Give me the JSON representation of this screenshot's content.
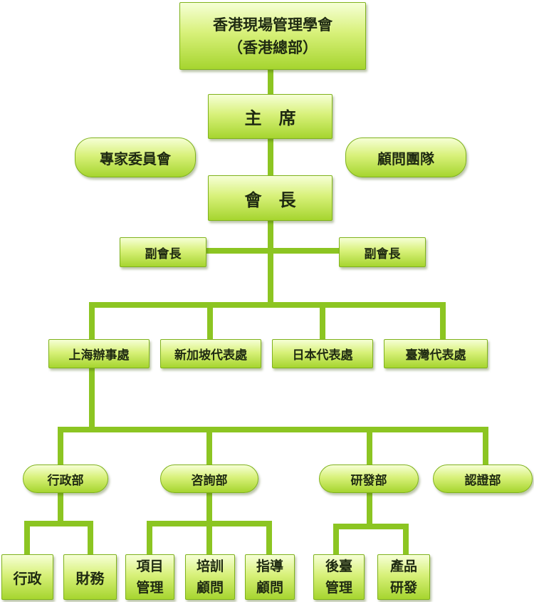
{
  "colors": {
    "connector": "#8cc522",
    "box_top": "#f6ffd6",
    "box_bottom": "#a6d52f",
    "text": "#1f2a12"
  },
  "org": {
    "root": {
      "line1": "香港現場管理學會",
      "line2": "（香港總部）"
    },
    "chairman": "主席",
    "expert_committee": "專家委員會",
    "advisory_team": "顧問團隊",
    "president": "會長",
    "vice_president_left": "副會長",
    "vice_president_right": "副會長",
    "offices": [
      "上海辦事處",
      "新加坡代表處",
      "日本代表處",
      "臺灣代表處"
    ],
    "departments": [
      "行政部",
      "咨詢部",
      "研發部",
      "認證部"
    ],
    "admin_units": [
      "行政",
      "財務"
    ],
    "consulting_units": [
      {
        "line1": "項目",
        "line2": "管理"
      },
      {
        "line1": "培訓",
        "line2": "顧問"
      },
      {
        "line1": "指導",
        "line2": "顧問"
      }
    ],
    "rd_units": [
      {
        "line1": "後臺",
        "line2": "管理"
      },
      {
        "line1": "產品",
        "line2": "研發"
      }
    ]
  }
}
